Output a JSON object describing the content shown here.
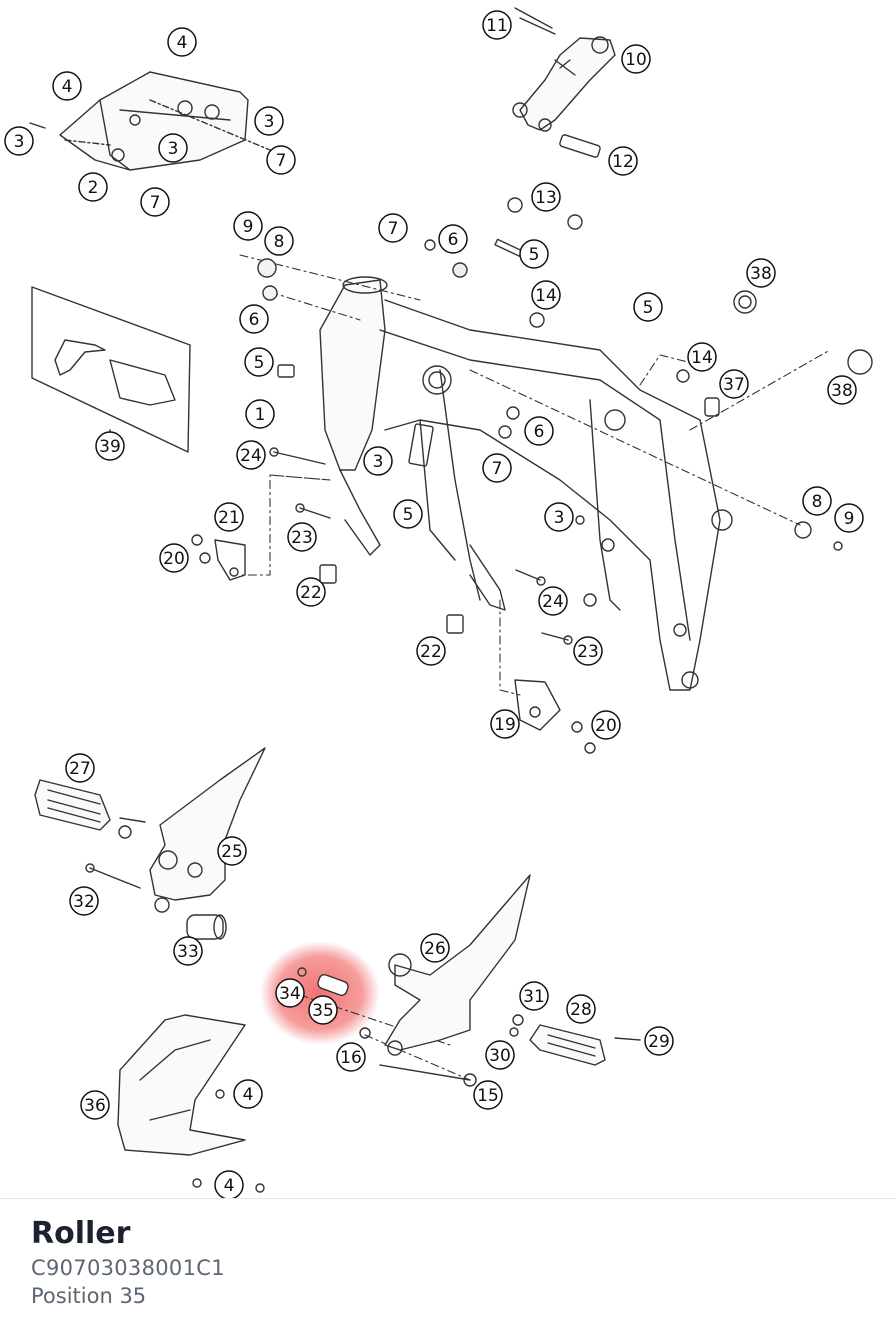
{
  "part": {
    "name": "Roller",
    "number": "C90703038001C1",
    "position_label": "Position 35"
  },
  "highlight_color": "#f05a5a",
  "callouts": [
    "1",
    "2",
    "3",
    "3",
    "3",
    "3",
    "3",
    "4",
    "4",
    "4",
    "4",
    "5",
    "5",
    "5",
    "5",
    "6",
    "6",
    "6",
    "7",
    "7",
    "7",
    "7",
    "8",
    "8",
    "9",
    "9",
    "10",
    "11",
    "12",
    "13",
    "14",
    "14",
    "15",
    "16",
    "19",
    "20",
    "20",
    "21",
    "22",
    "22",
    "23",
    "23",
    "24",
    "24",
    "25",
    "26",
    "27",
    "28",
    "29",
    "30",
    "31",
    "32",
    "33",
    "34",
    "35",
    "36",
    "37",
    "38",
    "38",
    "39"
  ]
}
